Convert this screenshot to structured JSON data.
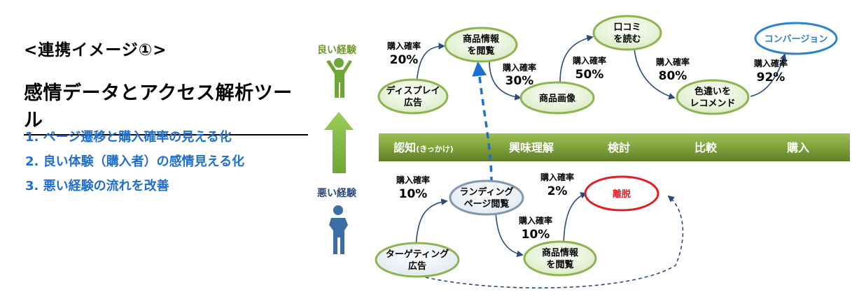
{
  "left": {
    "subtitle": "<連携イメージ①>",
    "title": "感情データとアクセス解析ツール",
    "points": [
      "1. ページ遷移と購入確率の見える化",
      "2. 良い体験（購入者）の感情見える化",
      "3. 悪い経験の流れを改善"
    ]
  },
  "people": {
    "good_label": "良い経験",
    "bad_label": "悪い経験"
  },
  "stages": {
    "s1_main": "認知",
    "s1_sub": "(きっかけ)",
    "s2": "興味理解",
    "s3": "検討",
    "s4": "比較",
    "s5": "購入"
  },
  "good_nodes": {
    "ad": [
      "ディスプレイ",
      "広告"
    ],
    "view": [
      "商品情報",
      "を閲覧"
    ],
    "image": [
      "商品画像"
    ],
    "review": [
      "口コミ",
      "を読む"
    ],
    "recommend": [
      "色違いを",
      "レコメンド"
    ],
    "conversion": [
      "コンバージョン"
    ]
  },
  "bad_nodes": {
    "ad": [
      "ターゲティング",
      "広告"
    ],
    "landing": [
      "ランディング",
      "ページ閲覧"
    ],
    "view": [
      "商品情報",
      "を閲覧"
    ],
    "exit": [
      "離脱"
    ]
  },
  "rate_label": "購入確率",
  "good_rates": {
    "r1": "20%",
    "r2": "30%",
    "r3": "50%",
    "r4": "80%",
    "r5": "92%"
  },
  "bad_rates": {
    "r1": "10%",
    "r2": "2%",
    "r3": "10%"
  },
  "colors": {
    "node_fill": "#e3efcf",
    "node_stroke": "#8cb44f",
    "stage_fill": "#7fa23c",
    "conversion_stroke": "#2f82d0",
    "exit_stroke": "#e02020",
    "arrow": "#2b4a7a",
    "dashed": "#1f6fd0"
  }
}
